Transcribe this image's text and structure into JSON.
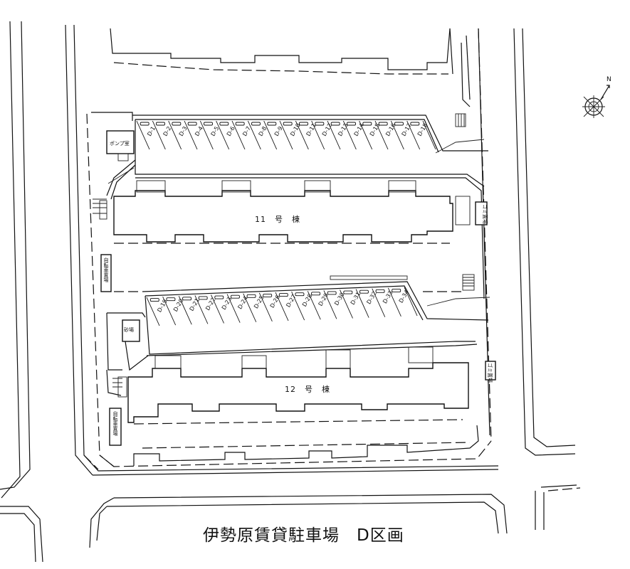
{
  "title": "伊勢原賃貸駐車場　D区画",
  "building_11": "11　号　棟",
  "building_12": "12　号　棟",
  "pump_room": "ポンプ室",
  "sandbox": "砂場",
  "bicycle_parking": "自転車置場",
  "garbage_area": "ゴミ置場",
  "compass": "N",
  "stall_prefix": "D-",
  "row_top": [
    "1",
    "2",
    "3",
    "4",
    "5",
    "6",
    "7",
    "8",
    "9",
    "10",
    "11",
    "12",
    "13",
    "14",
    "15",
    "16",
    "17",
    "18"
  ],
  "row_bottom": [
    "19",
    "20",
    "21",
    "22",
    "23",
    "24",
    "25",
    "26",
    "27",
    "28",
    "29",
    "30",
    "31",
    "32",
    "33",
    "34"
  ]
}
